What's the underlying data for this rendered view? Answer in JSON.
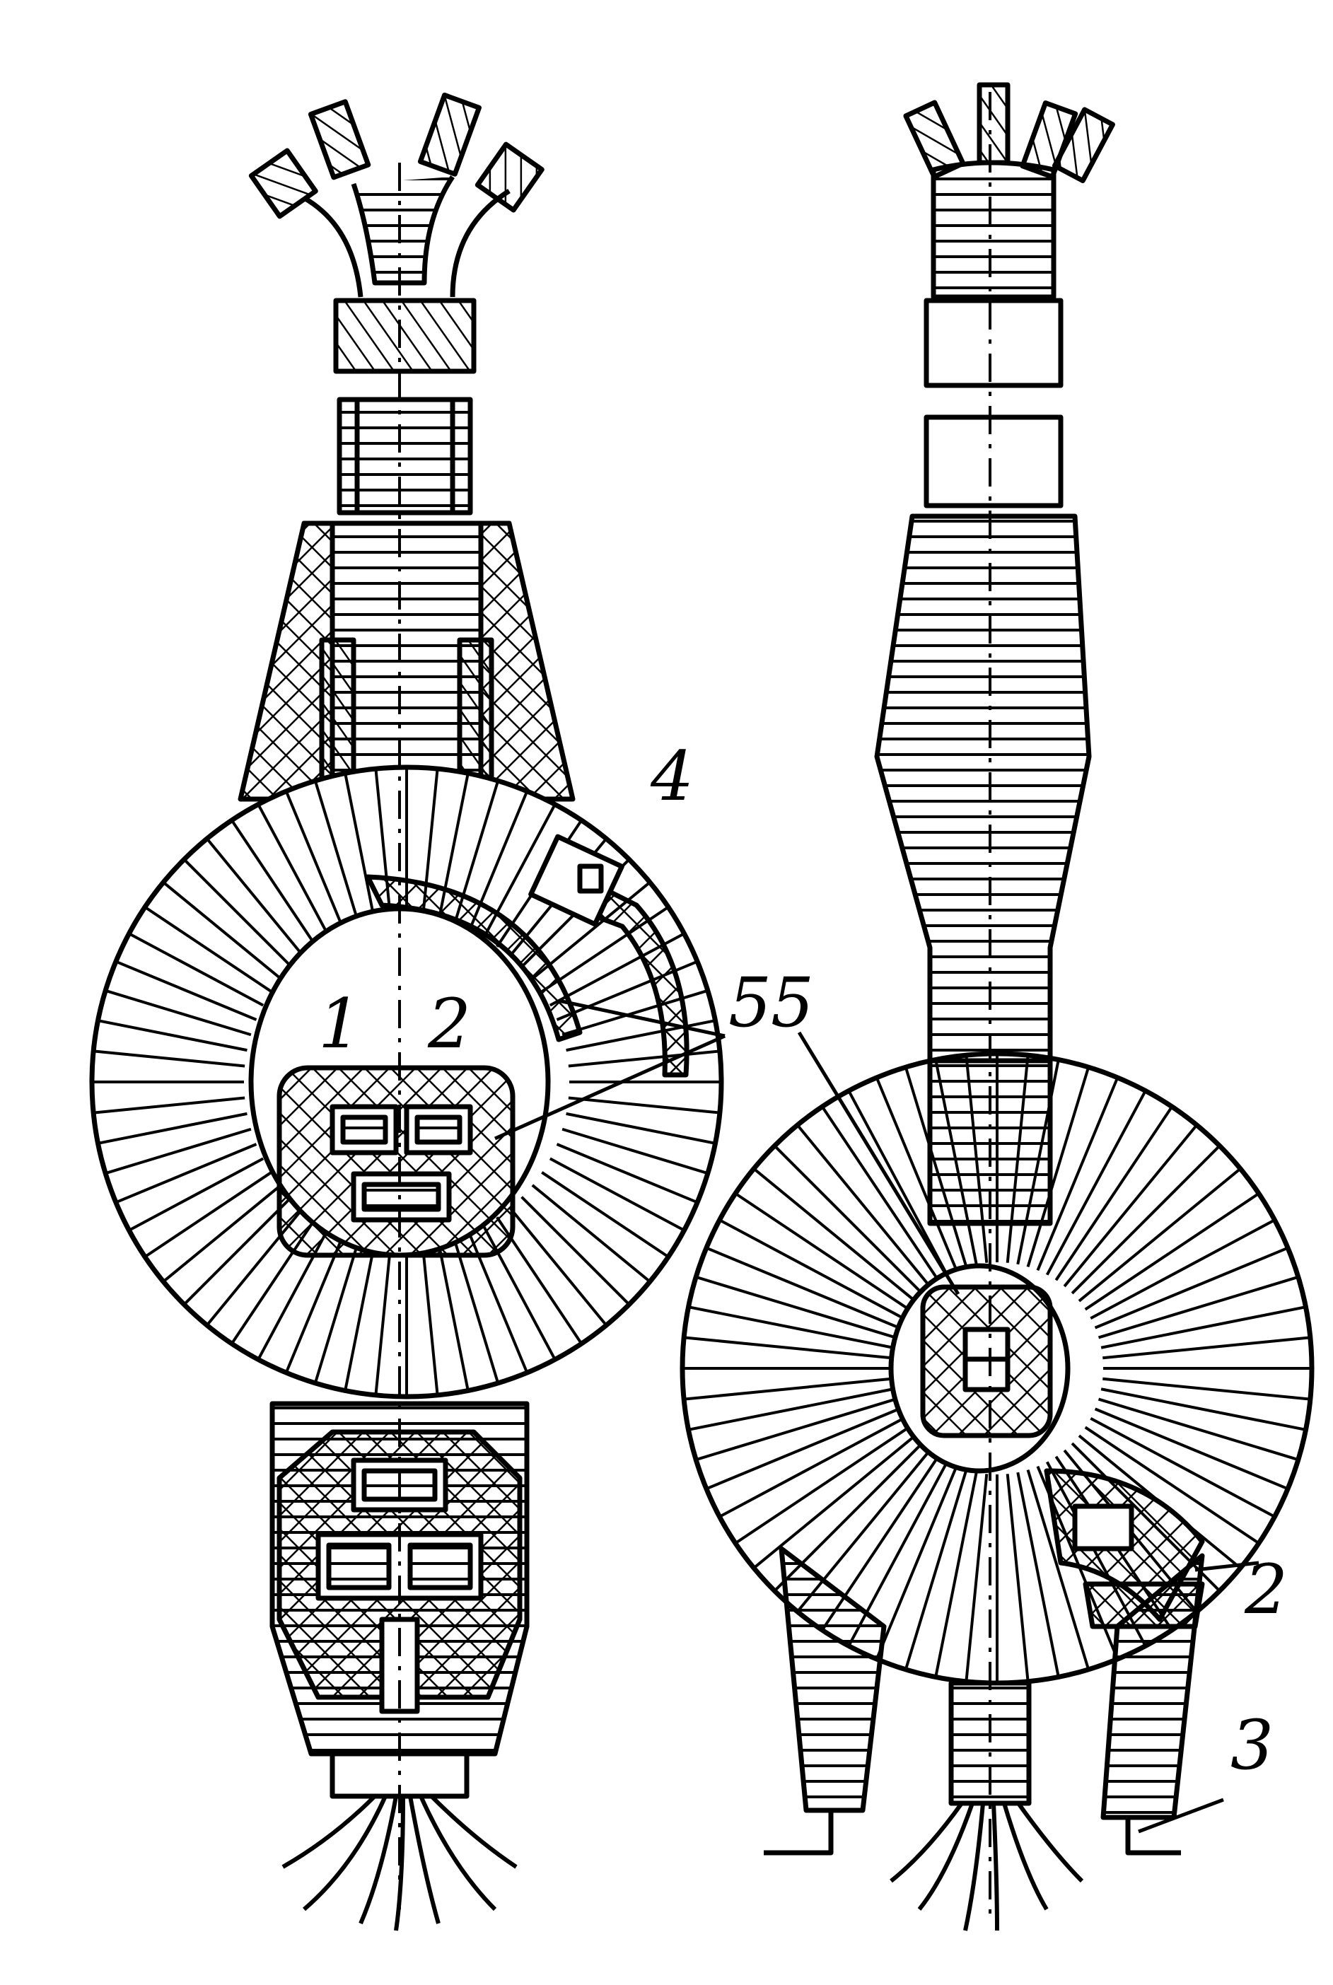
{
  "diagram": {
    "stroke_color": "#000000",
    "background": "#ffffff",
    "views": [
      {
        "id": "left-view",
        "callouts": [
          "1",
          "2",
          "4",
          "5"
        ]
      },
      {
        "id": "right-view",
        "callouts": [
          "5",
          "2",
          "3"
        ]
      }
    ]
  },
  "labels": {
    "l1": "1",
    "l2_left": "2",
    "l4": "4",
    "l5_left": "5",
    "l5_right": "5",
    "l2_right": "2",
    "l3": "3"
  }
}
